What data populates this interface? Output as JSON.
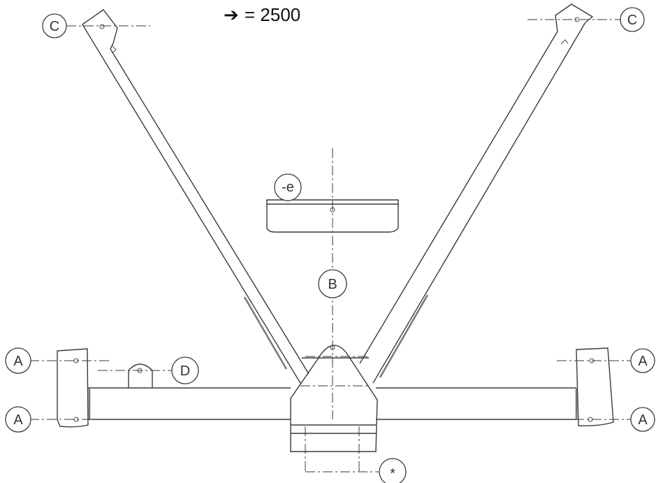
{
  "header": {
    "arrow": "➔",
    "text": "= 2500"
  },
  "labels": {
    "c_left": "C",
    "c_right": "C",
    "e": "-e",
    "b": "B",
    "a_top_left": "A",
    "a_bottom_left": "A",
    "a_top_right": "A",
    "a_bottom_right": "A",
    "d": "D",
    "star": "*"
  }
}
